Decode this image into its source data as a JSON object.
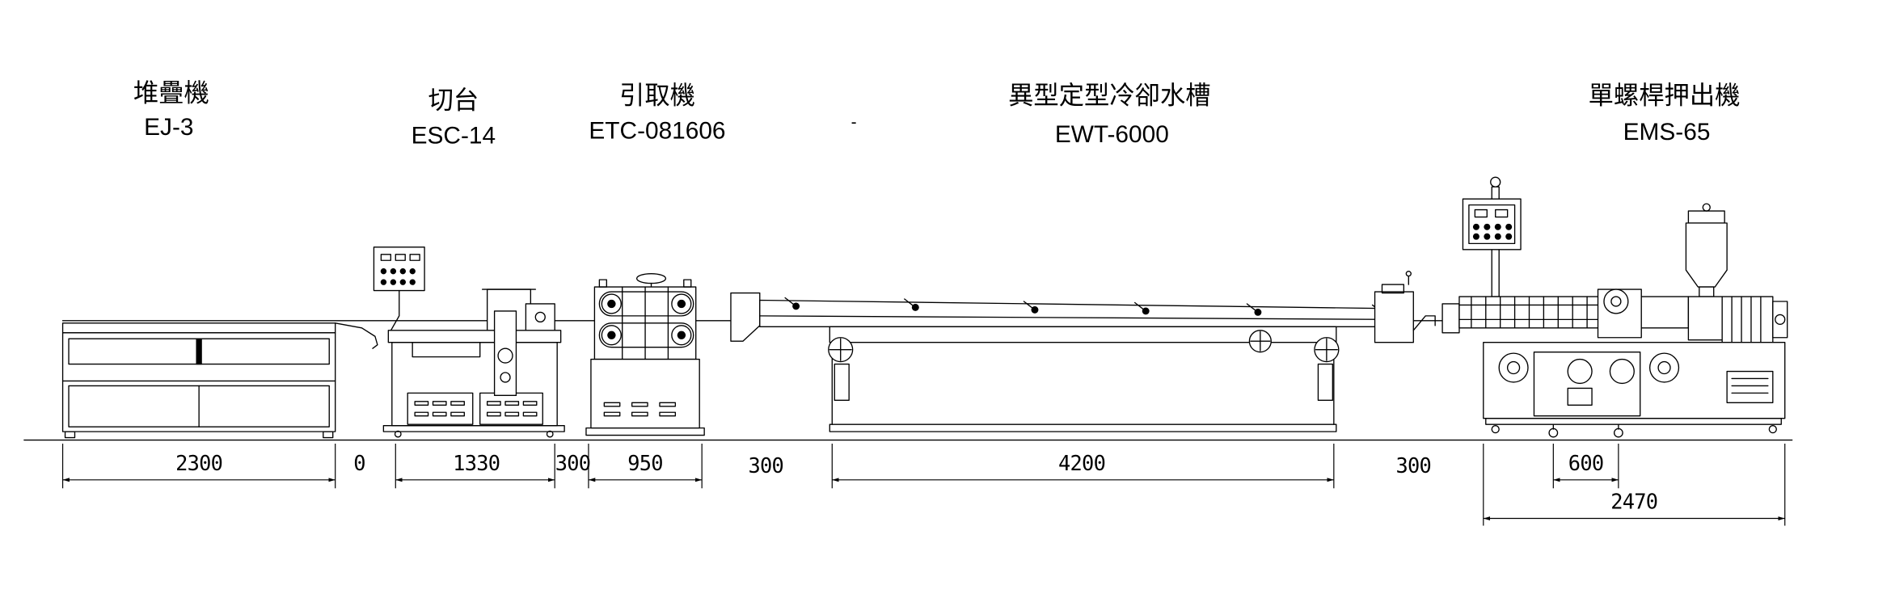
{
  "machines": [
    {
      "name": "堆疊機",
      "model": "EJ-3"
    },
    {
      "name": "切台",
      "model": "ESC-14"
    },
    {
      "name": "引取機",
      "model": "ETC-081606"
    },
    {
      "name": "異型定型冷卻水槽",
      "model": "EWT-6000"
    },
    {
      "name": "單螺桿押出機",
      "model": "EMS-65"
    }
  ],
  "dimensions": [
    {
      "value": "2300"
    },
    {
      "value": "0"
    },
    {
      "value": "1330"
    },
    {
      "value": "300"
    },
    {
      "value": "950"
    },
    {
      "value": "300"
    },
    {
      "value": "4200"
    },
    {
      "value": "300"
    },
    {
      "value": "600"
    },
    {
      "value": "2470"
    }
  ],
  "mark": "-",
  "colors": {
    "line": "#000000",
    "background": "#ffffff"
  }
}
